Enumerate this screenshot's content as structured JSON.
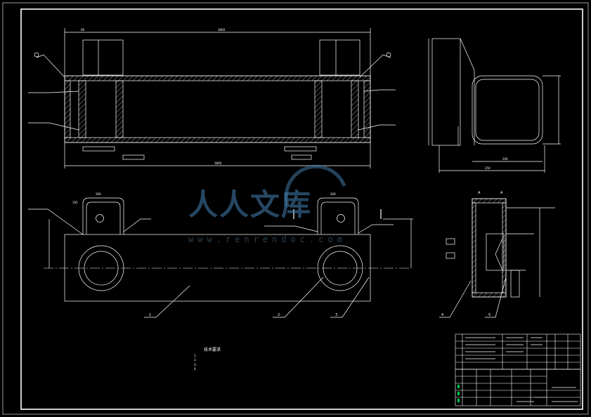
{
  "watermark": {
    "text": "人人文库",
    "url": "www.renrendoc.com"
  },
  "drawing": {
    "line_color": "#ffffff",
    "hatch_color": "#ffffff",
    "accent_green": "#00c853",
    "background": "#000000",
    "tech_notes_title": "技术要求",
    "tech_notes": [
      "1.",
      "2.",
      "3.",
      "4."
    ],
    "part_balloons": [
      "1",
      "2",
      "3",
      "4",
      "5"
    ],
    "section_marks": [
      "A",
      "A"
    ]
  }
}
